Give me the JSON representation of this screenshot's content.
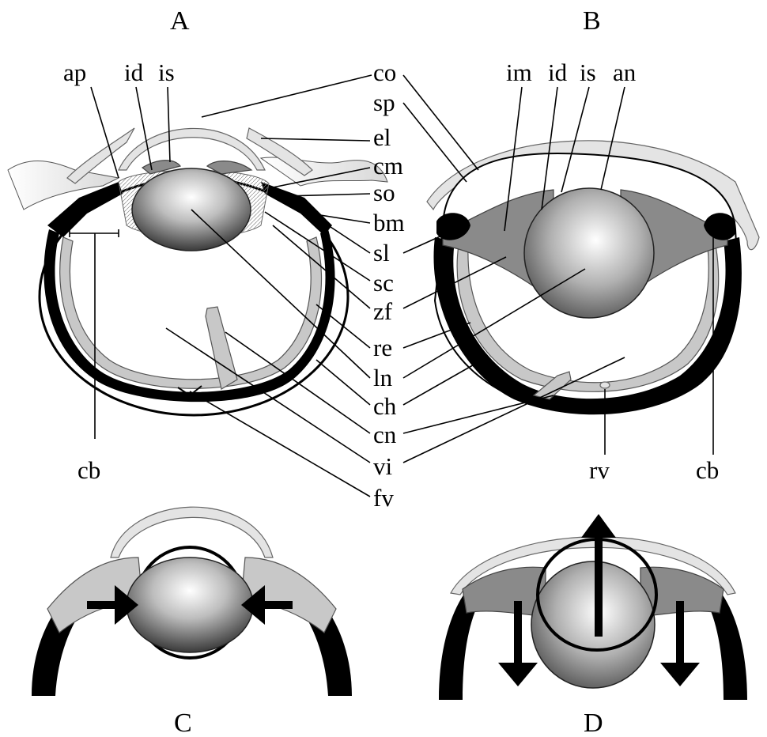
{
  "panels": {
    "A": "A",
    "B": "B",
    "C": "C",
    "D": "D"
  },
  "labels": {
    "ap": "ap",
    "id": "id",
    "is": "is",
    "co": "co",
    "sp": "sp",
    "el": "el",
    "cm": "cm",
    "so": "so",
    "bm": "bm",
    "sl": "sl",
    "sc": "sc",
    "zf": "zf",
    "re": "re",
    "ln": "ln",
    "ch": "ch",
    "cn": "cn",
    "vi": "vi",
    "fv": "fv",
    "cb": "cb",
    "im": "im",
    "id_b": "id",
    "is_b": "is",
    "an": "an",
    "rv": "rv",
    "cb_b": "cb"
  }
}
